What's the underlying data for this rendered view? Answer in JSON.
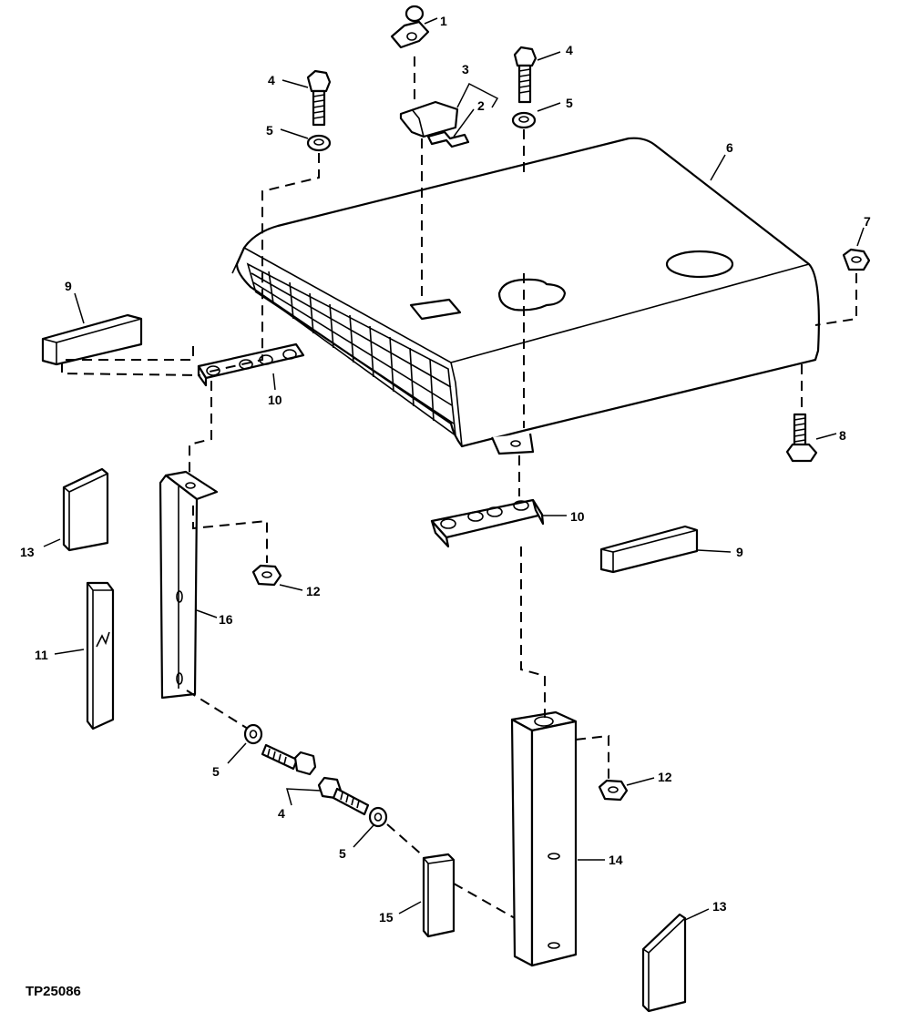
{
  "figure_id": "TP25086",
  "callouts": {
    "c1": "1",
    "c2": "2",
    "c3": "3",
    "c4a": "4",
    "c4b": "4",
    "c4c": "4",
    "c5a": "5",
    "c5b": "5",
    "c5c": "5",
    "c5d": "5",
    "c6": "6",
    "c7": "7",
    "c8": "8",
    "c9a": "9",
    "c9b": "9",
    "c10a": "10",
    "c10b": "10",
    "c11": "11",
    "c12a": "12",
    "c12b": "12",
    "c13a": "13",
    "c13b": "13",
    "c14": "14",
    "c15": "15",
    "c16": "16"
  }
}
